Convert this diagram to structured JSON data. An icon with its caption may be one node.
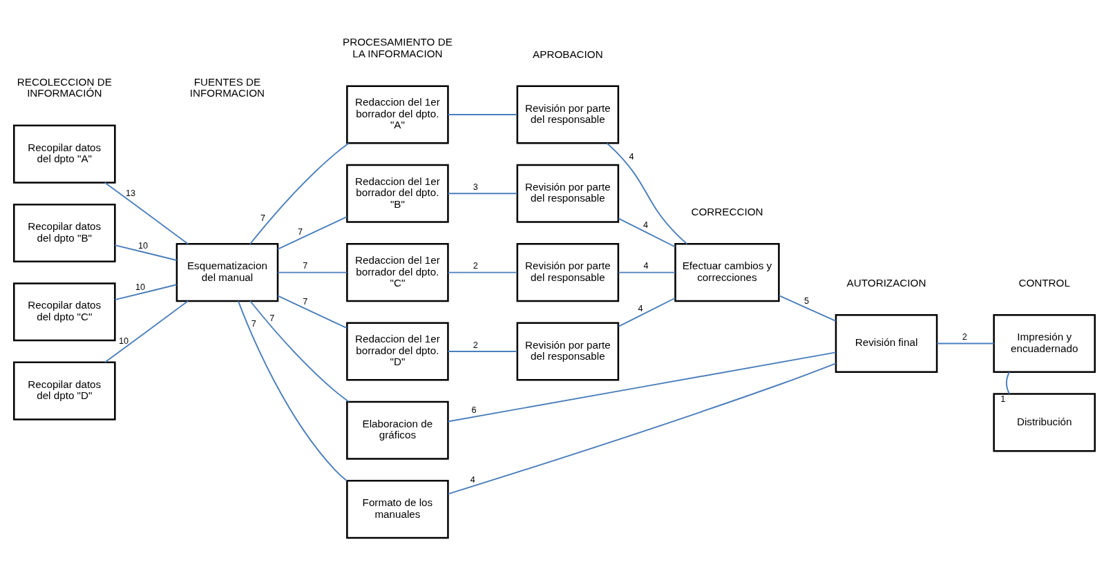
{
  "diagram": {
    "nodes": [
      {
        "text": [
          "Recopilar datos del dpto \"A\""
        ]
      },
      {
        "text": [
          "Recopilar datos del dpto \"B\""
        ]
      },
      {
        "text": [
          "Recopilar datos del dpto \"C\""
        ]
      },
      {
        "text": [
          "Recopilar datos del dpto \"D\""
        ]
      },
      {
        "text": [
          "Esquematizacion del manual"
        ]
      },
      {
        "text": [
          "Redaccion del 1er borrador del dpto. \"A\""
        ]
      },
      {
        "text": [
          "Redaccion del 1er borrador del dpto. \"B\""
        ]
      },
      {
        "text": [
          "Redaccion del 1er borrador del dpto. \"C\""
        ]
      },
      {
        "text": [
          "Redaccion del 1er borrador del dpto. \"D\""
        ]
      },
      {
        "text": [
          "Elaboracion de gráficos"
        ]
      },
      {
        "text": [
          "Formato de los manuales"
        ]
      },
      {
        "text": [
          "Revisión por parte del responsable"
        ]
      },
      {
        "text": [
          "Revisión por parte del responsable"
        ]
      },
      {
        "text": [
          "Revisión por parte del responsable"
        ]
      },
      {
        "text": [
          "Revisión por parte del responsable"
        ]
      },
      {
        "text": [
          "Efectuar cambios y correcciones"
        ]
      },
      {
        "text": [
          "Revisión final"
        ]
      },
      {
        "text": [
          "Impresión y encuadernado"
        ]
      },
      {
        "text": [
          "Distribución"
        ]
      }
    ],
    "edges": [
      {
        "from": 0,
        "to": 4,
        "arrow": "none",
        "label": "13"
      },
      {
        "from": 1,
        "to": 4,
        "arrow": "none",
        "label": "10"
      },
      {
        "from": 2,
        "to": 4,
        "arrow": "none",
        "label": "10"
      },
      {
        "from": 3,
        "to": 4,
        "arrow": "none",
        "label": "10"
      },
      {
        "from": 4,
        "to": 5,
        "arrow": "none",
        "label": "7"
      },
      {
        "from": 4,
        "to": 6,
        "arrow": "none",
        "label": "7"
      },
      {
        "from": 4,
        "to": 7,
        "arrow": "none",
        "label": "7"
      },
      {
        "from": 4,
        "to": 8,
        "arrow": "none",
        "label": "7"
      },
      {
        "from": 4,
        "to": 9,
        "arrow": "none",
        "label": "7"
      },
      {
        "from": 4,
        "to": 10,
        "arrow": "none",
        "label": "7"
      },
      {
        "from": 5,
        "to": 11,
        "arrow": "none"
      },
      {
        "from": 6,
        "to": 12,
        "arrow": "none",
        "label": "3"
      },
      {
        "from": 7,
        "to": 13,
        "arrow": "none",
        "label": "2"
      },
      {
        "from": 8,
        "to": 14,
        "arrow": "none",
        "label": "2"
      },
      {
        "from": 9,
        "to": 16,
        "arrow": "none",
        "label": "6"
      },
      {
        "from": 10,
        "to": 16,
        "arrow": "none",
        "label": "4"
      },
      {
        "from": 11,
        "to": 15,
        "arrow": "none",
        "label": "4"
      },
      {
        "from": 12,
        "to": 15,
        "arrow": "none",
        "label": "4"
      },
      {
        "from": 13,
        "to": 15,
        "arrow": "none",
        "label": "4"
      },
      {
        "from": 14,
        "to": 15,
        "arrow": "none",
        "label": "4"
      },
      {
        "from": 15,
        "to": 16,
        "arrow": "none",
        "label": "5"
      },
      {
        "from": 16,
        "to": 17,
        "arrow": "none",
        "label": "2"
      },
      {
        "from": 17,
        "to": 18,
        "arrow": "none",
        "label": "1"
      }
    ],
    "labels": [
      "RECOLECCION DE INFORMACIÓN",
      "FUENTES DE INFORMACION",
      "PROCESAMIENTO DE LA INFORMACION",
      "APROBACION",
      "CORRECCION",
      "AUTORIZACION",
      "CONTROL"
    ]
  }
}
